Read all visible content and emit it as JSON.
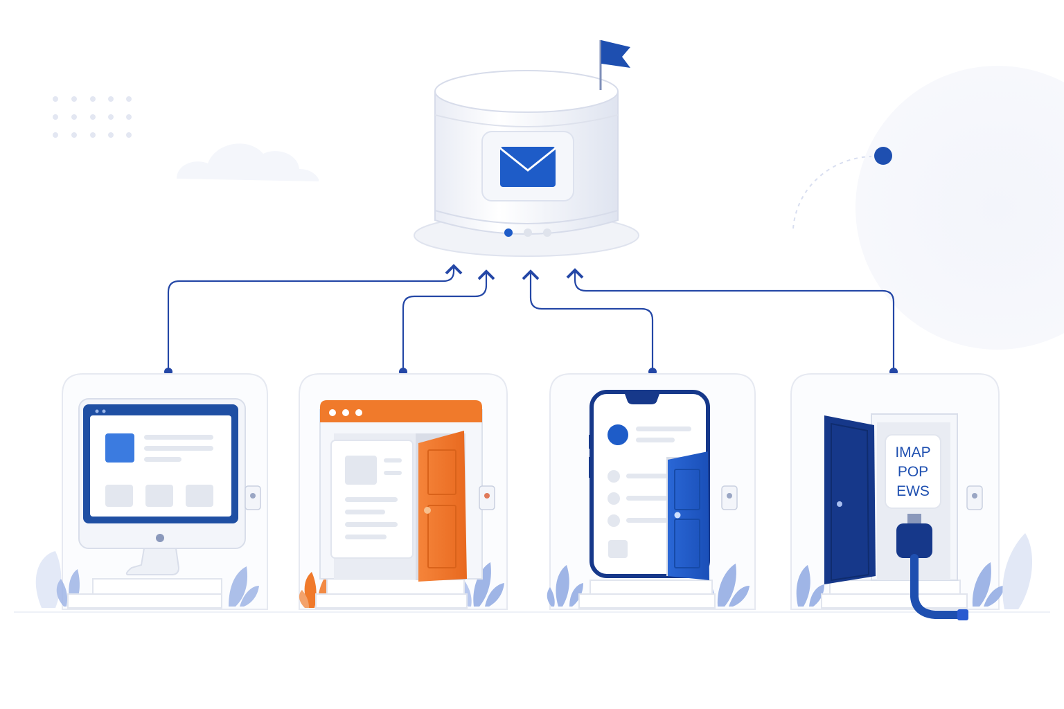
{
  "diagram": {
    "server": {
      "icon": "envelope-icon",
      "flag": "flag-icon",
      "status_dots": [
        "active",
        "idle",
        "idle"
      ]
    },
    "clients": [
      {
        "id": "desktop",
        "icon": "desktop-monitor-icon",
        "door": "none",
        "accent": "#1f4fa3"
      },
      {
        "id": "web",
        "icon": "browser-window-icon",
        "door": "open-door-icon",
        "accent": "#f07a2b"
      },
      {
        "id": "mobile",
        "icon": "smartphone-icon",
        "door": "open-door-icon",
        "accent": "#1e5cc8"
      },
      {
        "id": "protocols",
        "icon": "plug-cable-icon",
        "door": "open-door-icon",
        "accent": "#16388a"
      }
    ],
    "protocols": {
      "line1": "IMAP",
      "line2": "POP",
      "line3": "EWS"
    }
  },
  "colors": {
    "primary": "#1e4fb0",
    "dark_blue": "#14398c",
    "orange": "#f07a2b",
    "line": "#2447a6",
    "light_gray": "#e7eaf2",
    "plant": "#7d9ee0"
  }
}
